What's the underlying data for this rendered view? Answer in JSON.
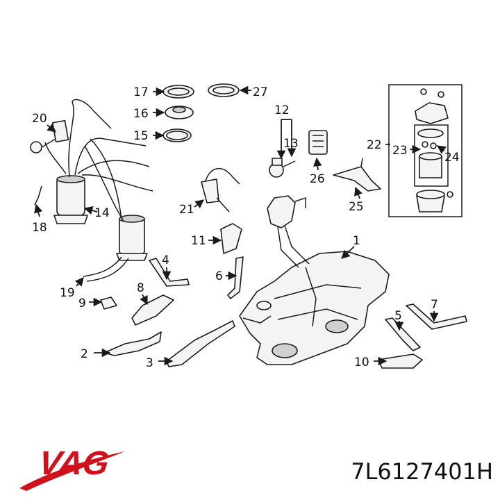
{
  "callouts": [
    "1",
    "2",
    "3",
    "4",
    "5",
    "6",
    "7",
    "8",
    "9",
    "10",
    "11",
    "12",
    "13",
    "14",
    "15",
    "16",
    "17",
    "18",
    "19",
    "20",
    "21",
    "22",
    "23",
    "24",
    "25",
    "26",
    "27"
  ],
  "brand": {
    "name": "VAG",
    "color": "#d0101a"
  },
  "part_number": "7L6127401H"
}
